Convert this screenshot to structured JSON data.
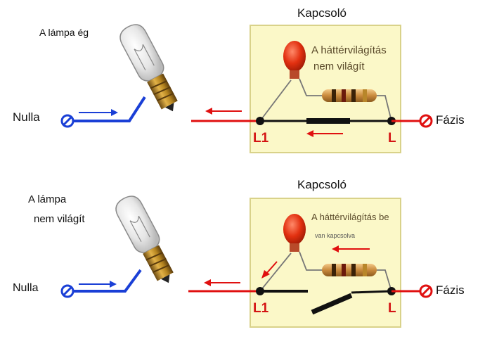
{
  "top": {
    "switch_title": "Kapcsoló",
    "lamp_status": "A lámpa ég",
    "neutral_label": "Nulla",
    "phase_label": "Fázis",
    "backlight_line1": "A háttérvilágítás",
    "backlight_line2": "nem világít",
    "terminal_l1": "L1",
    "terminal_l": "L"
  },
  "bottom": {
    "switch_title": "Kapcsoló",
    "lamp_status_line1": "A lámpa",
    "lamp_status_line2": "nem világít",
    "neutral_label": "Nulla",
    "phase_label": "Fázis",
    "backlight_line1": "A háttérvilágítás be",
    "backlight_line2": "van kapcsolva",
    "terminal_l1": "L1",
    "terminal_l": "L"
  },
  "colors": {
    "phase_wire": "#e01010",
    "neutral_wire": "#1a3fd6",
    "switch_box": "#fbf8c8",
    "switch_border": "#d9d28a",
    "terminal_text": "#d41414"
  },
  "icons": [
    "lamp-bulb-icon",
    "indicator-bulb-icon",
    "resistor-icon",
    "terminal-screw-icon"
  ]
}
